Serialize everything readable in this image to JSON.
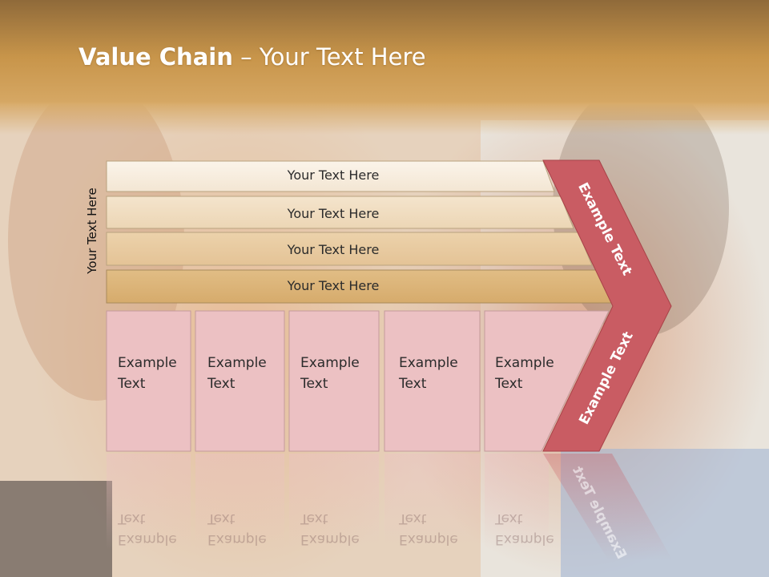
{
  "title": {
    "bold": "Value Chain",
    "rest": " – Your Text Here"
  },
  "side_label": "Your Text Here",
  "bars": [
    "Your Text Here",
    "Your Text Here",
    "Your Text Here",
    "Your Text Here"
  ],
  "boxes": [
    [
      "Example",
      "Text"
    ],
    [
      "Example",
      "Text"
    ],
    [
      "Example",
      "Text"
    ],
    [
      "Example",
      "Text"
    ],
    [
      "Example",
      "Text"
    ]
  ],
  "chevron_labels": [
    "Example Text",
    "Example Text"
  ],
  "colors": {
    "header": "#c8954a",
    "chevron": "#c95c63",
    "box": "#ecc1c3",
    "bar_light": "#f5ebdc",
    "bar_dark": "#dcb47c"
  }
}
